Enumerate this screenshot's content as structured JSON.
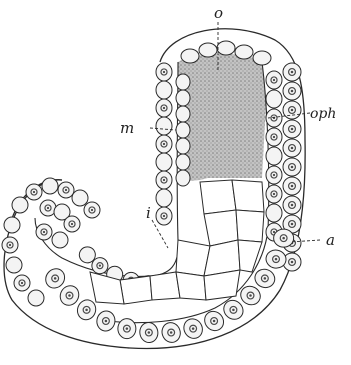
{
  "figure": {
    "labels": {
      "o": "o",
      "m": "m",
      "oph": "oph",
      "i": "i",
      "a": "a"
    },
    "colors": {
      "ink": "#2a2a2a",
      "cell_fill": "#f4f4f4",
      "nucleus": "#4a4a4a",
      "shading": "#8c8c8c",
      "paper": "#ffffff"
    }
  }
}
